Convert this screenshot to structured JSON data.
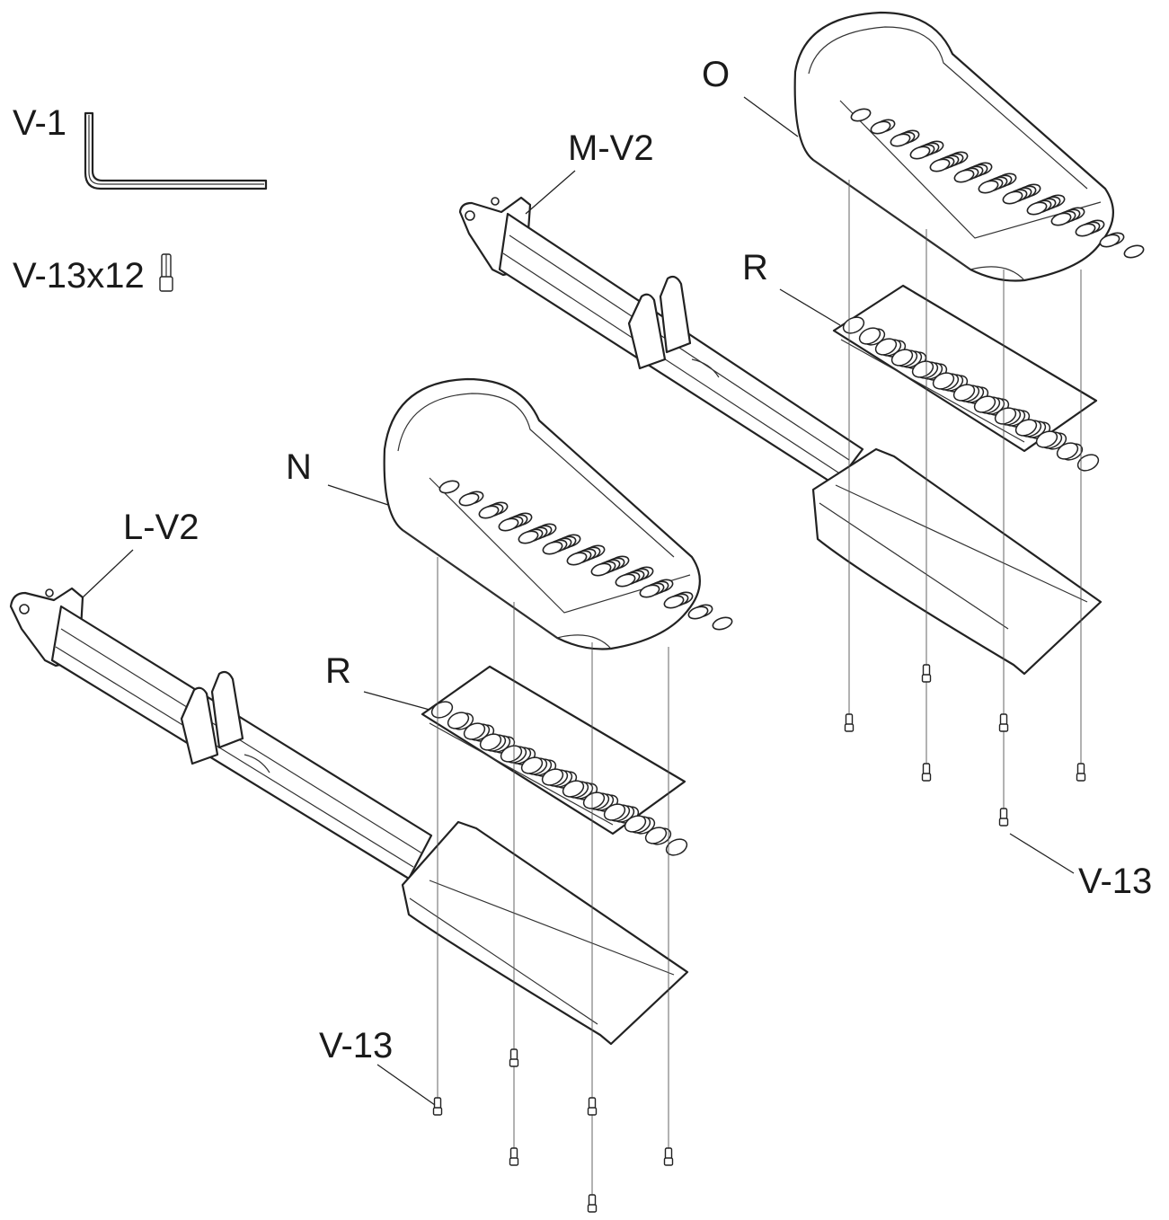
{
  "labels": {
    "v1": "V-1",
    "v13x12": "V-13x12",
    "o": "O",
    "m_v2": "M-V2",
    "r_upper": "R",
    "n": "N",
    "l_v2": "L-V2",
    "r_lower": "R",
    "v13_lower": "V-13",
    "v13_right": "V-13"
  },
  "colors": {
    "line": "#222222",
    "background": "#ffffff"
  }
}
